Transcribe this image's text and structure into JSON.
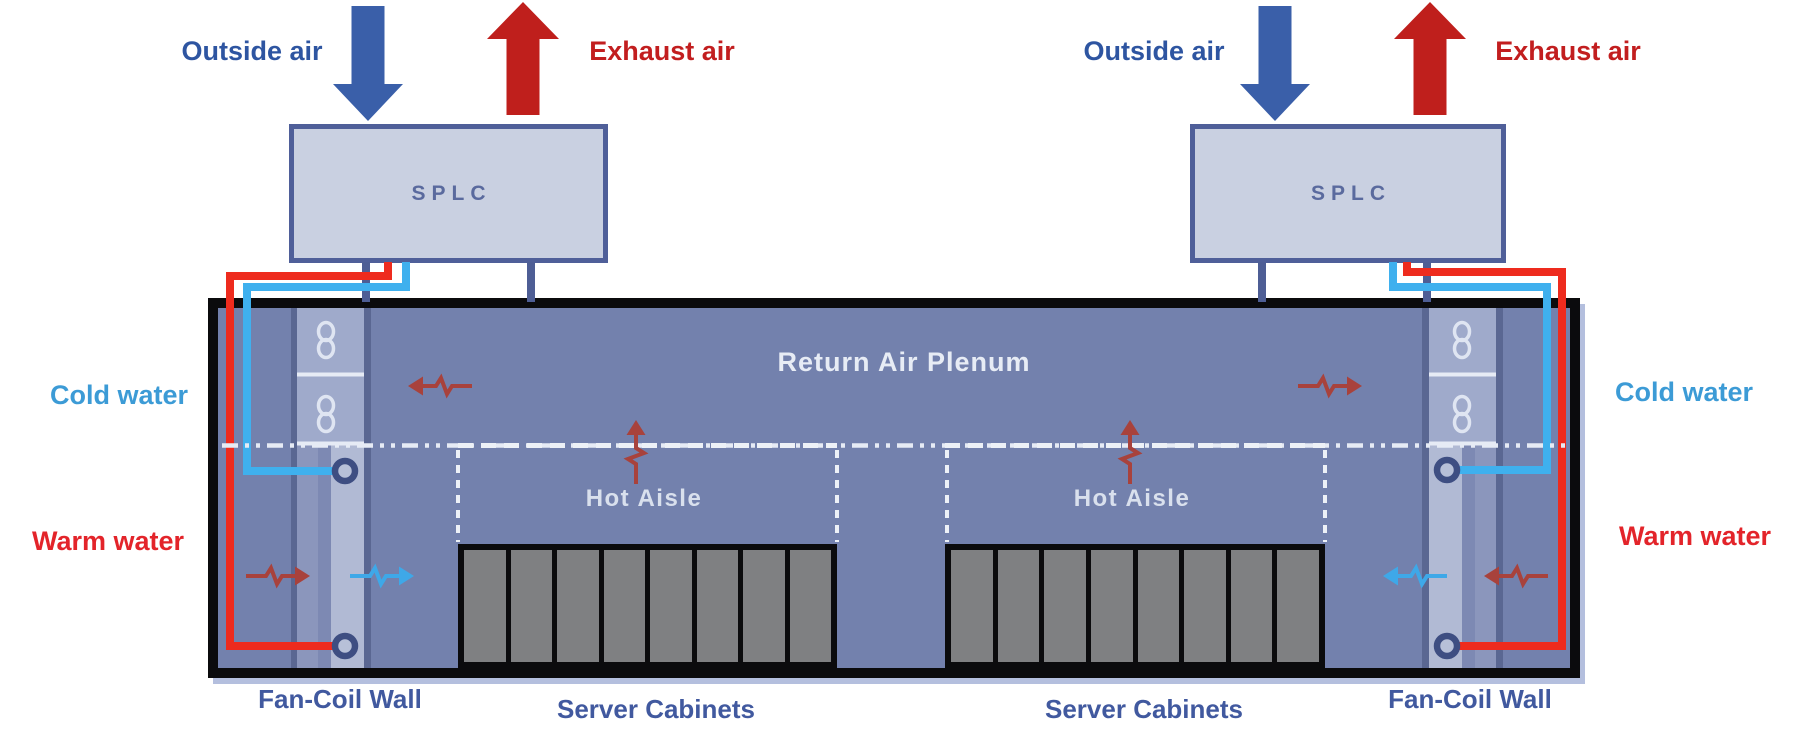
{
  "air_handlers": [
    {
      "label": "SPLC",
      "intake_label": "Outside air",
      "exhaust_label": "Exhaust air"
    },
    {
      "label": "SPLC",
      "intake_label": "Outside air",
      "exhaust_label": "Exhaust air"
    }
  ],
  "room": {
    "plenum_label": "Return Air Plenum",
    "hot_aisles": [
      {
        "label": "Hot Aisle"
      },
      {
        "label": "Hot Aisle"
      }
    ],
    "cabinet_groups": [
      {
        "label": "Server Cabinets",
        "cabinet_count": 8
      },
      {
        "label": "Server Cabinets",
        "cabinet_count": 8
      }
    ],
    "fan_walls": [
      {
        "label": "Fan-Coil Wall",
        "fan_count": 2,
        "port_count": 2
      },
      {
        "label": "Fan-Coil Wall",
        "fan_count": 2,
        "port_count": 2
      }
    ]
  },
  "water_legend": {
    "cold": "Cold water",
    "warm": "Warm water"
  },
  "colors": {
    "outside_air_arrow": "#3A5FA9",
    "exhaust_air_arrow": "#BF1F1C",
    "outside_air_text": "#2E55A1",
    "exhaust_air_text": "#C21E1F",
    "cold_water_pipe": "#3FB0EE",
    "warm_water_pipe": "#EE2B1E",
    "cold_water_text": "#3C9BD6",
    "warm_water_text": "#E3242A",
    "heat_flow_arrow": "#A8423C",
    "cold_air_flow_arrow": "#3EA8E8",
    "room_fill": "#7381AD",
    "room_border": "#0B0B0D",
    "splc_fill": "#C9D0E1",
    "splc_border": "#4F5F99",
    "splc_text": "#5A6A9E",
    "fan_wall_fill": "#9FAACB",
    "fan_wall_divider": "#5A6792",
    "cabinet_fill": "#7F8082",
    "inside_text": "#E7ECF5",
    "bottom_label_text": "#41599F",
    "port_ring": "#3E4E82"
  }
}
